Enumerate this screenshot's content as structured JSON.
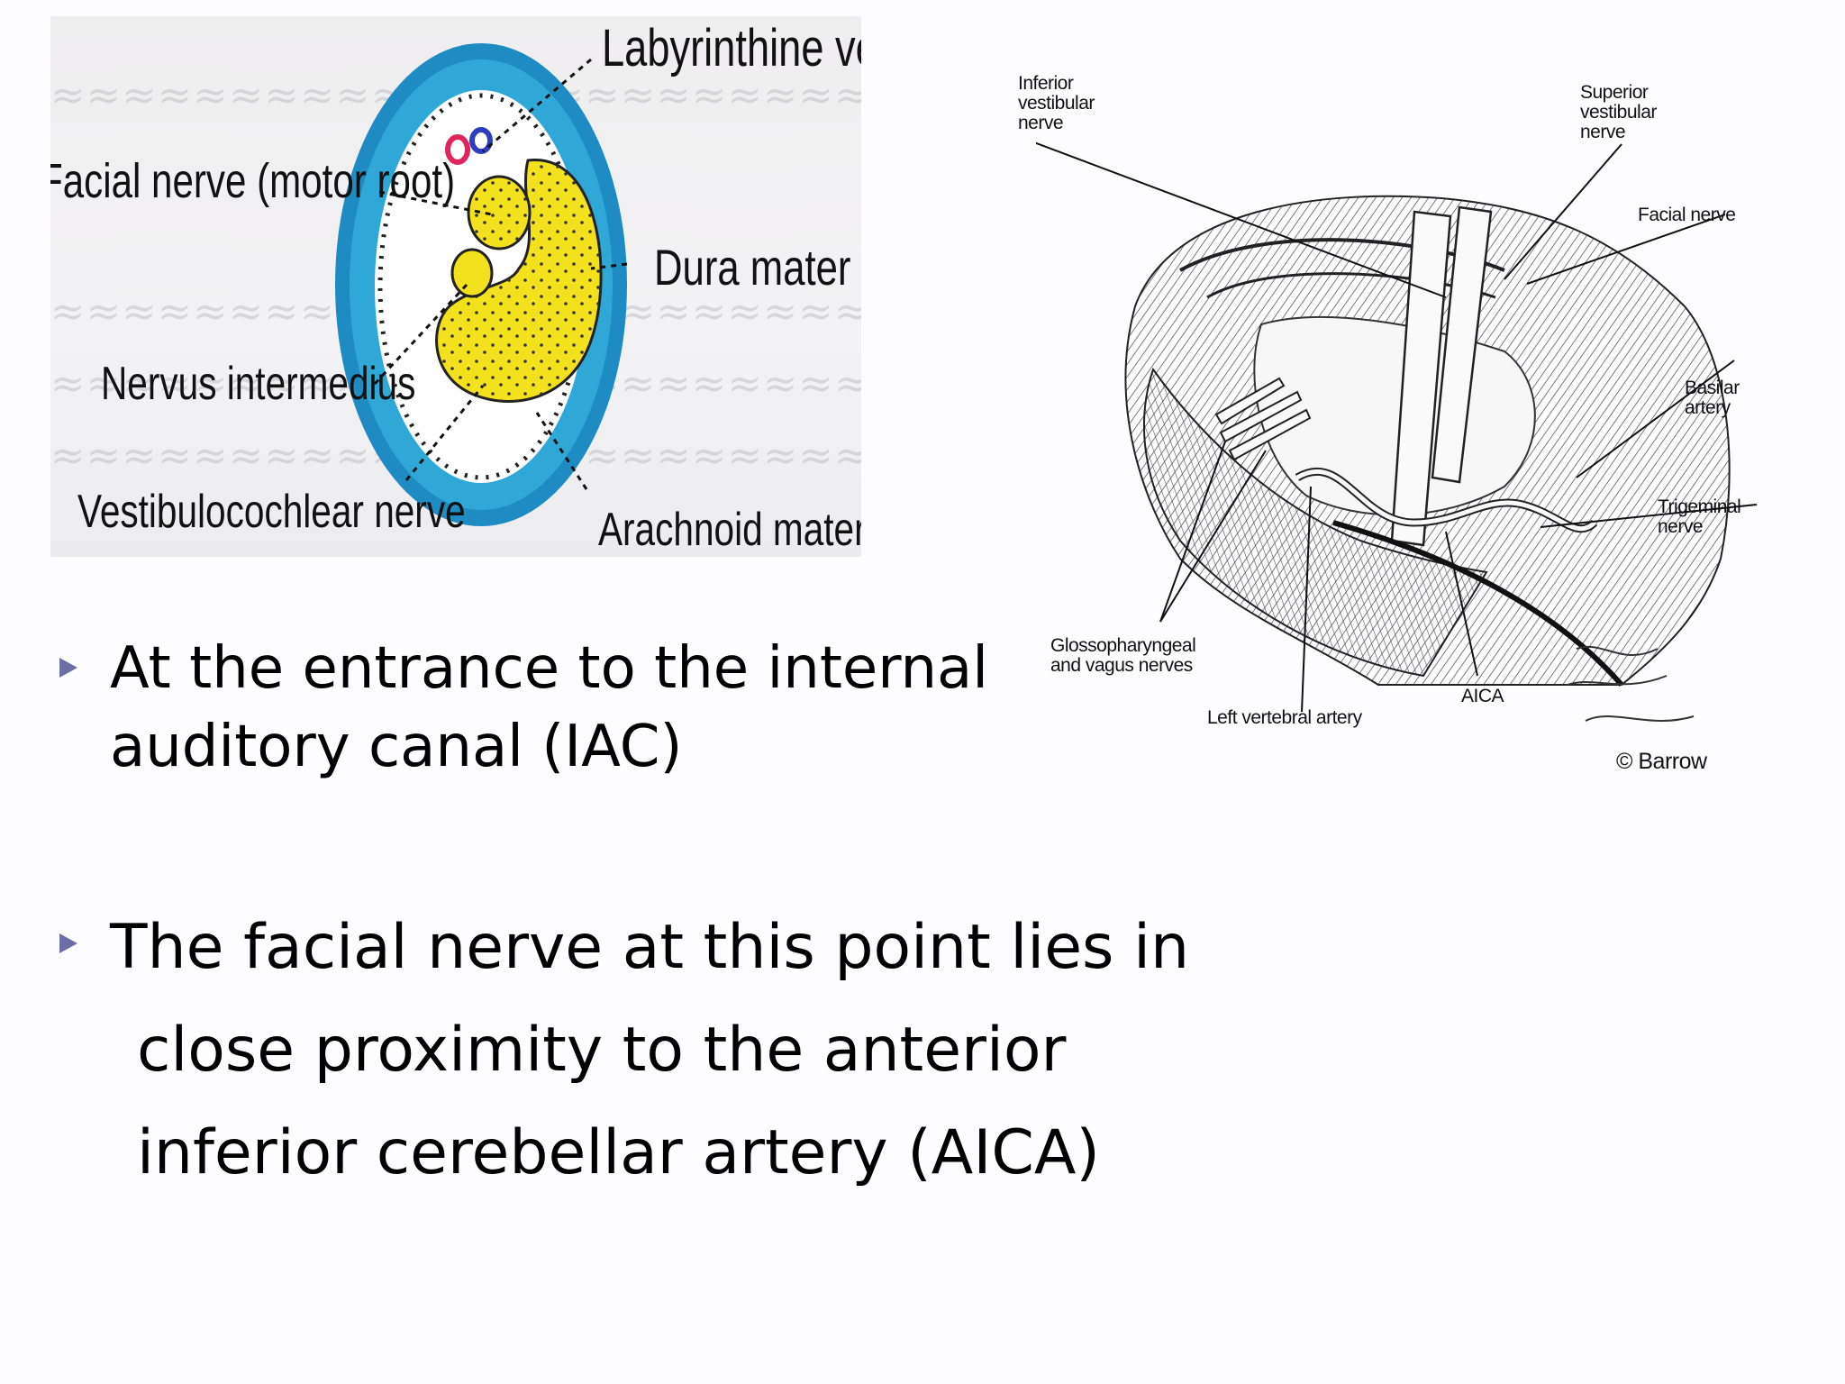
{
  "left_diagram": {
    "labels": {
      "labyrinthine_vessels": "Labyrinthine vessels",
      "facial_nerve": "Facial nerve (motor root)",
      "dura_mater": "Dura mater",
      "nervus_intermedius": "Nervus intermedius",
      "vestibulocochlear": "Vestibulocochlear nerve",
      "arachnoid_mater": "Arachnoid mater"
    },
    "colors": {
      "outer_ring": "#1e8bc3",
      "inner_ring": "#2fa8d8",
      "nerve_fill": "#f4e11e",
      "vessel_red": "#e0245e",
      "vessel_blue": "#2d3fbf"
    }
  },
  "right_diagram": {
    "labels": {
      "inferior_vestibular": [
        "Inferior",
        "vestibular",
        "nerve"
      ],
      "superior_vestibular": [
        "Superior",
        "vestibular",
        "nerve"
      ],
      "facial_nerve": "Facial nerve",
      "basilar_artery": [
        "Basilar",
        "artery"
      ],
      "trigeminal_nerve": [
        "Trigeminal",
        "nerve"
      ],
      "glossopharyngeal": [
        "Glossopharyngeal",
        "and vagus nerves"
      ],
      "left_vertebral": "Left vertebral artery",
      "aica": "AICA",
      "copyright": "© Barrow"
    }
  },
  "bullets": [
    {
      "lines": [
        "At the entrance to the internal",
        "auditory canal (IAC)"
      ]
    },
    {
      "lines": [
        "The facial nerve at this point lies in",
        "close proximity to the anterior",
        "inferior cerebellar artery (AICA)"
      ]
    }
  ],
  "colors": {
    "bullet_marker": "#6c6fa6"
  }
}
